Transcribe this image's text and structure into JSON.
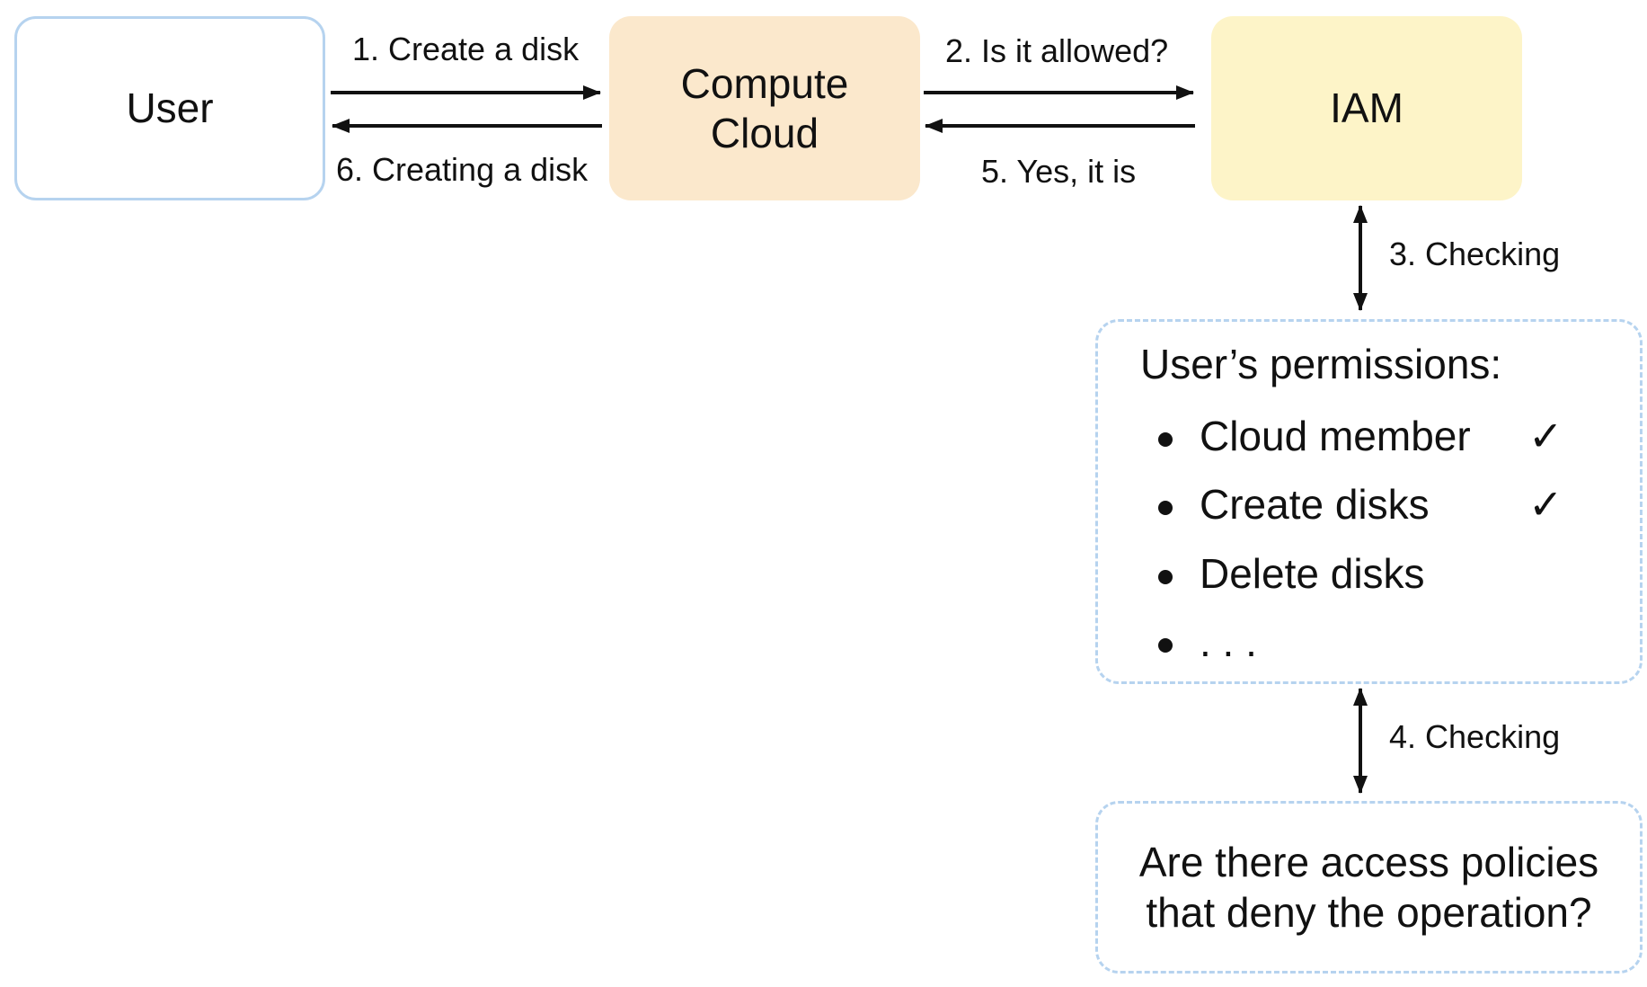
{
  "nodes": {
    "user": "User",
    "compute_line1": "Compute",
    "compute_line2": "Cloud",
    "iam": "IAM"
  },
  "edges": {
    "create_disk": "1. Create a disk",
    "is_allowed": "2. Is it allowed?",
    "checking_1": "3. Checking",
    "checking_2": "4. Checking",
    "yes_it_is": "5. Yes, it is",
    "creating_disk": "6. Creating a disk"
  },
  "permissions": {
    "title": "User’s permissions:",
    "items": [
      {
        "label": "Cloud member",
        "check": "✓"
      },
      {
        "label": "Create disks",
        "check": "✓"
      },
      {
        "label": "Delete disks",
        "check": ""
      },
      {
        "label": ". . .",
        "check": ""
      }
    ]
  },
  "policy": {
    "line1": "Are there access policies",
    "line2": "that deny the operation?"
  },
  "colors": {
    "user_border": "#b6d3ef",
    "compute_fill": "#fbe8cc",
    "iam_fill": "#fdf4c8",
    "dashed_border": "#b6d3ef"
  }
}
